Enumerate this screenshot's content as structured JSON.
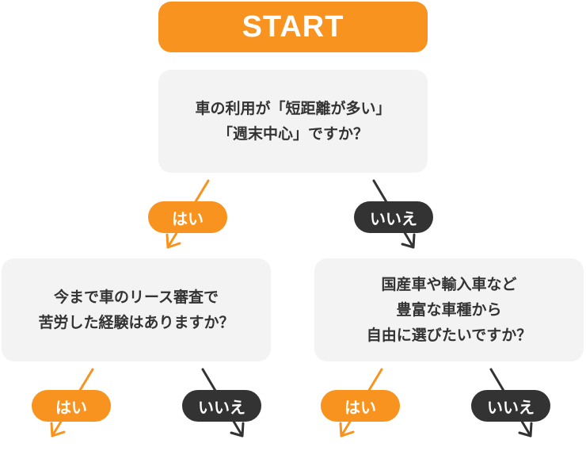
{
  "start_label": "START",
  "questions": {
    "q1": [
      "車の利用が「短距離が多い」",
      "「週末中心」ですか？"
    ],
    "q2": [
      "今まで車のリース審査で",
      "苦労した経験はありますか？"
    ],
    "q3": [
      "国産車や輸入車など",
      "豊富な車種から",
      "自由に選びたいですか？"
    ]
  },
  "answers": {
    "yes": "はい",
    "no": "いいえ"
  },
  "colors": {
    "accent": "#F7931E",
    "dark": "#333333",
    "box": "#f3f3f3"
  }
}
